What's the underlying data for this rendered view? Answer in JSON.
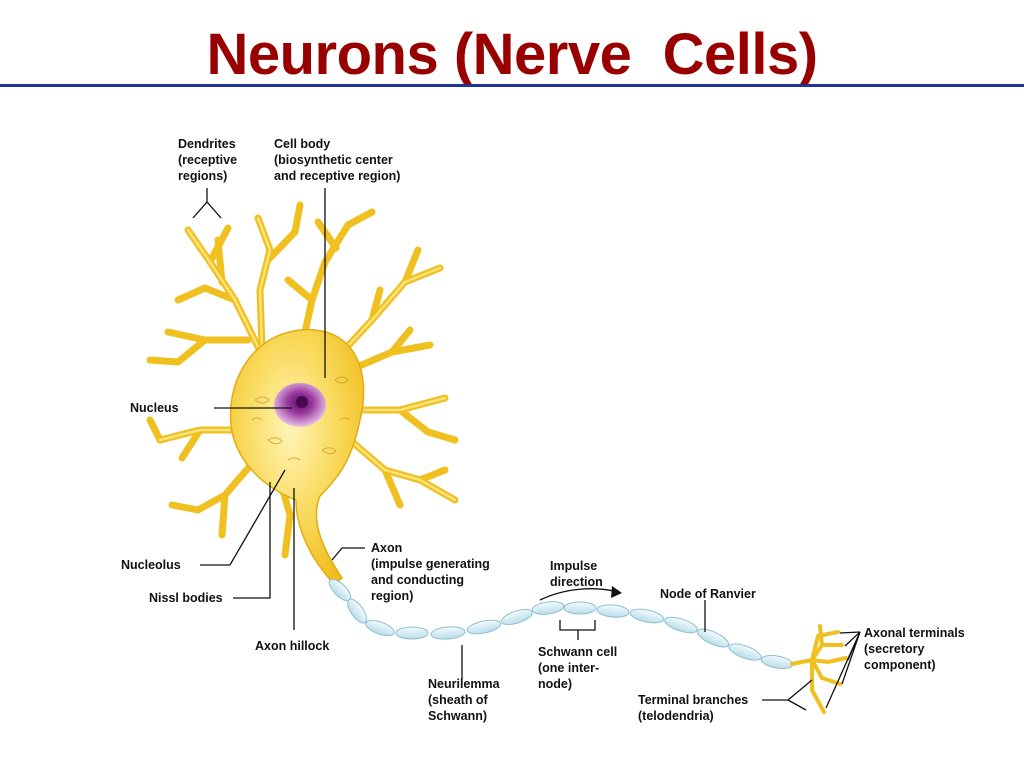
{
  "slide": {
    "title": "Neurons (Nerve  Cells)"
  },
  "labels": {
    "dendrites": [
      "Dendrites",
      "(receptive",
      "regions)"
    ],
    "cell_body": [
      "Cell body",
      "(biosynthetic center",
      "and receptive region)"
    ],
    "nucleus": [
      "Nucleus"
    ],
    "nucleolus": [
      "Nucleolus"
    ],
    "nissl_bodies": [
      "Nissl bodies"
    ],
    "axon_hillock": [
      "Axon hillock"
    ],
    "axon": [
      "Axon",
      "(impulse generating",
      "and conducting",
      "region)"
    ],
    "impulse_direction": [
      "Impulse",
      "direction"
    ],
    "node_of_ranvier": [
      "Node of Ranvier"
    ],
    "schwann_cell": [
      "Schwann cell",
      "(one inter-",
      "node)"
    ],
    "neurilemma": [
      "Neurilemma",
      "(sheath of",
      "Schwann)"
    ],
    "terminal_branches": [
      "Terminal branches",
      "(telodendria)"
    ],
    "axonal_terminals": [
      "Axonal terminals",
      "(secretory",
      "component)"
    ]
  },
  "colors": {
    "title": "#990000",
    "rule": "#1f3491",
    "cell_body": "#f7d147",
    "nucleus": "#8b2a8f",
    "myelin": "#d6eef6"
  }
}
